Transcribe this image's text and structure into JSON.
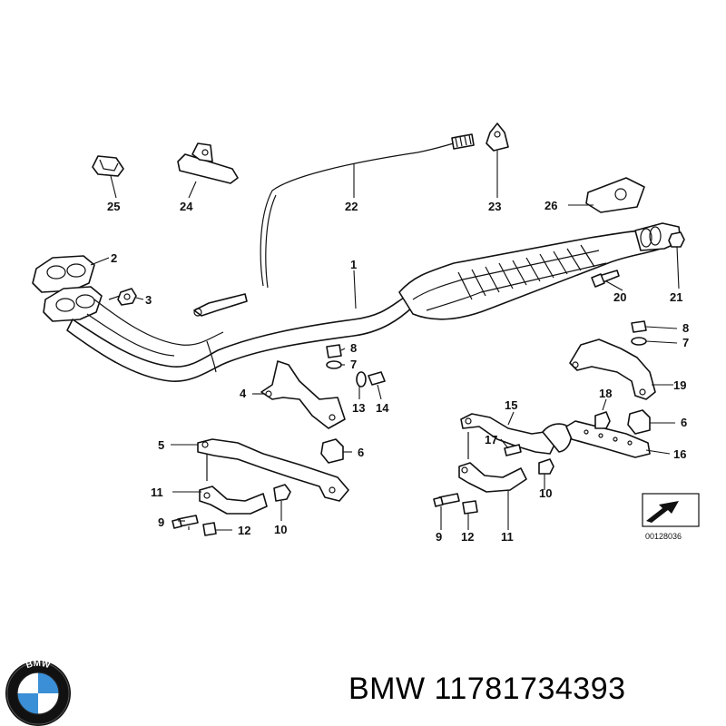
{
  "diagram": {
    "callouts": [
      {
        "id": "c1",
        "label": "1"
      },
      {
        "id": "c2",
        "label": "2"
      },
      {
        "id": "c3",
        "label": "3"
      },
      {
        "id": "c4",
        "label": "4"
      },
      {
        "id": "c5",
        "label": "5"
      },
      {
        "id": "c6a",
        "label": "6"
      },
      {
        "id": "c6b",
        "label": "6"
      },
      {
        "id": "c7a",
        "label": "7"
      },
      {
        "id": "c7b",
        "label": "7"
      },
      {
        "id": "c8a",
        "label": "8"
      },
      {
        "id": "c8b",
        "label": "8"
      },
      {
        "id": "c9a",
        "label": "9"
      },
      {
        "id": "c9b",
        "label": "9"
      },
      {
        "id": "c10a",
        "label": "10"
      },
      {
        "id": "c10b",
        "label": "10"
      },
      {
        "id": "c11a",
        "label": "11"
      },
      {
        "id": "c11b",
        "label": "11"
      },
      {
        "id": "c12a",
        "label": "12"
      },
      {
        "id": "c12b",
        "label": "12"
      },
      {
        "id": "c13",
        "label": "13"
      },
      {
        "id": "c14",
        "label": "14"
      },
      {
        "id": "c15",
        "label": "15"
      },
      {
        "id": "c16",
        "label": "16"
      },
      {
        "id": "c17",
        "label": "17"
      },
      {
        "id": "c18",
        "label": "18"
      },
      {
        "id": "c19",
        "label": "19"
      },
      {
        "id": "c20",
        "label": "20"
      },
      {
        "id": "c21",
        "label": "21"
      },
      {
        "id": "c22",
        "label": "22"
      },
      {
        "id": "c23",
        "label": "23"
      },
      {
        "id": "c24",
        "label": "24"
      },
      {
        "id": "c25",
        "label": "25"
      },
      {
        "id": "c26",
        "label": "26"
      }
    ],
    "reference_code": "00128036"
  },
  "logo": {
    "text": "BMW"
  },
  "caption": {
    "text": "BMW 11781734393"
  },
  "colors": {
    "logo_blue": "#3a8fd6",
    "logo_ring": "#111111",
    "line": "#111111"
  }
}
